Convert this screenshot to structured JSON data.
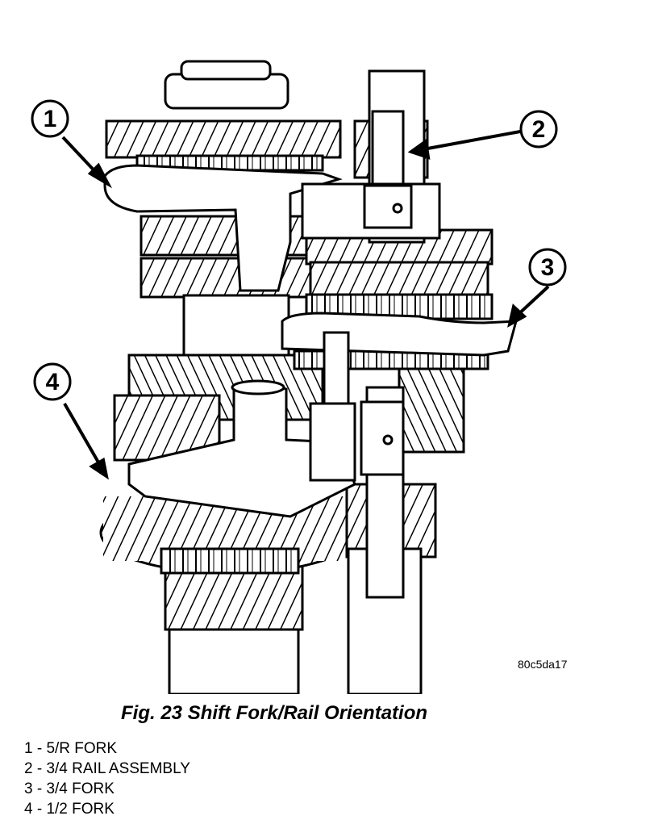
{
  "figure": {
    "callouts": [
      "1",
      "2",
      "3",
      "4"
    ],
    "image_code": "80c5da17",
    "caption": "Fig. 23 Shift Fork/Rail Orientation"
  },
  "legend": [
    "1 - 5/R FORK",
    "2 - 3/4 RAIL ASSEMBLY",
    "3 - 3/4 FORK",
    "4 - 1/2 FORK"
  ],
  "colors": {
    "line": "#000000",
    "fill": "#ffffff"
  }
}
